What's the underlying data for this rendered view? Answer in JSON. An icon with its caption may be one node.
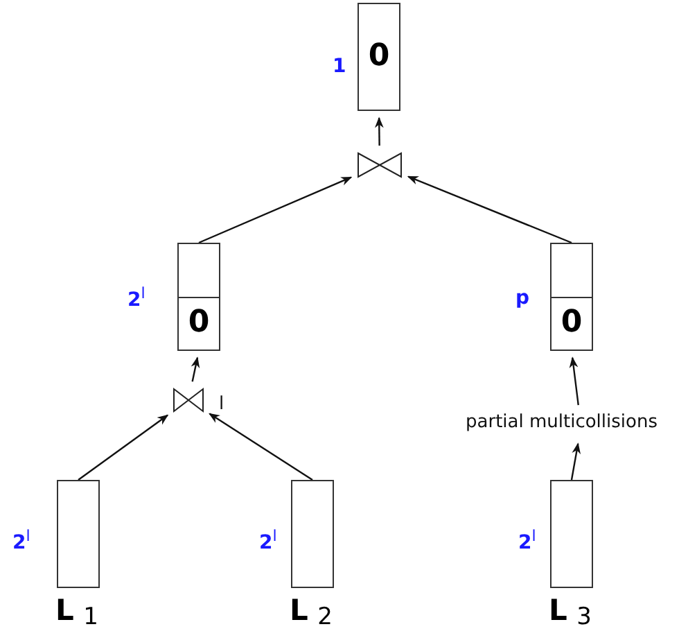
{
  "diagram": {
    "nodes": [
      {
        "text": [
          "0"
        ],
        "beside": [
          "1"
        ]
      },
      {
        "text": [],
        "shape": "bowtie"
      },
      {
        "text": [
          "0"
        ],
        "beside": [
          "2$^{l}$"
        ]
      },
      {
        "text": [
          "0"
        ],
        "beside": [
          "p"
        ]
      },
      {
        "text": [],
        "shape": "bowtie",
        "beside": [
          "l"
        ]
      },
      {
        "text": [
          "partial multicollisions"
        ]
      },
      {
        "text": [
          "**L** $_{1}$"
        ],
        "beside": [
          "2$^{l}$"
        ]
      },
      {
        "text": [
          "**L** $_{2}$"
        ],
        "beside": [
          "2$^{l}$"
        ]
      },
      {
        "text": [
          "**L** $_{3}$"
        ],
        "beside": [
          "2$^{l}$"
        ]
      }
    ],
    "edges": [
      {
        "from": 1,
        "to": 0,
        "arrow": "to"
      },
      {
        "from": 2,
        "to": 1,
        "arrow": "to"
      },
      {
        "from": 3,
        "to": 1,
        "arrow": "to"
      },
      {
        "from": 4,
        "to": 2,
        "arrow": "to"
      },
      {
        "from": 6,
        "to": 4,
        "arrow": "to"
      },
      {
        "from": 7,
        "to": 4,
        "arrow": "to"
      },
      {
        "from": 8,
        "to": 5,
        "arrow": "to"
      },
      {
        "from": 5,
        "to": 3,
        "arrow": "to"
      }
    ]
  }
}
